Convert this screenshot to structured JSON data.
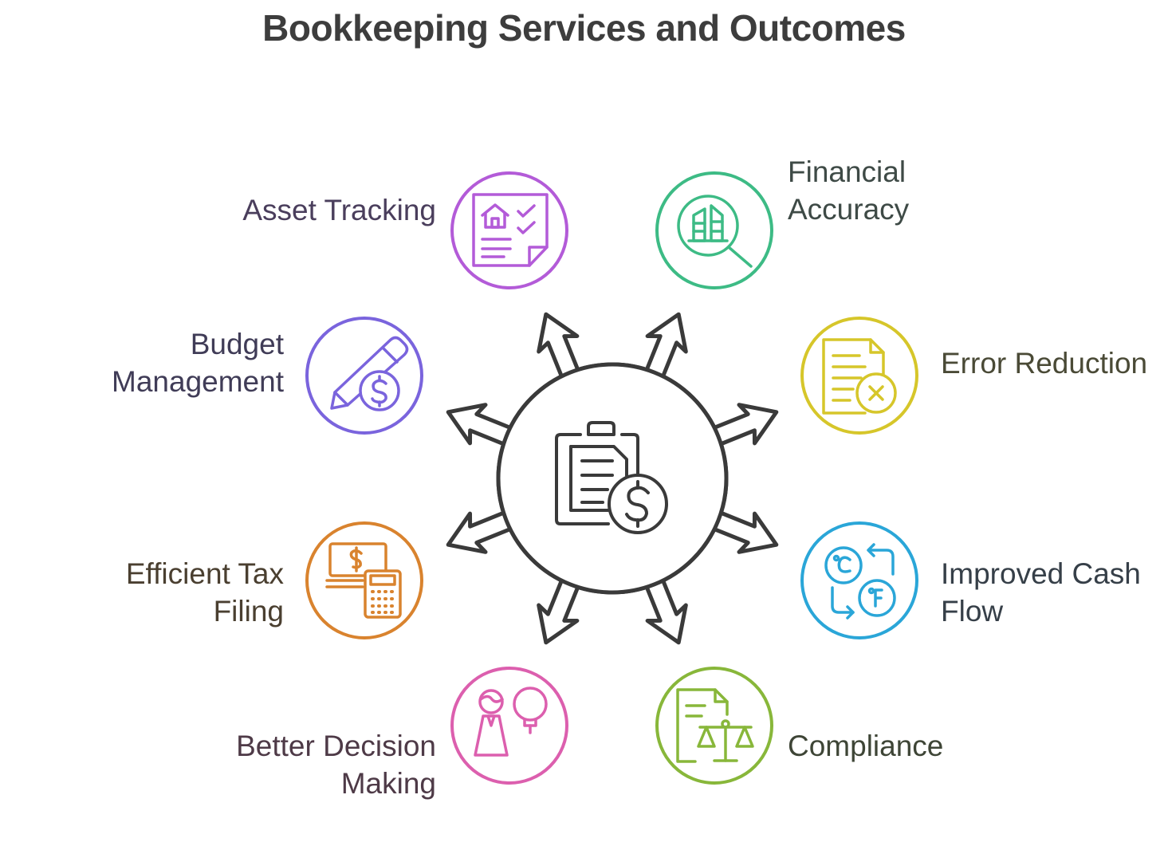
{
  "title": "Bookkeeping Services and Outcomes",
  "center": {
    "icon": "clipboard-dollar-icon",
    "color": "#3a3a3a"
  },
  "nodes": [
    {
      "id": "asset-tracking",
      "lines": [
        "Asset Tracking"
      ],
      "icon": "property-checklist-icon",
      "color": "#b35bd8",
      "text_color": "#4a3e5c"
    },
    {
      "id": "financial-accuracy",
      "lines": [
        "Financial",
        "Accuracy"
      ],
      "icon": "magnifier-chart-icon",
      "color": "#3dbb85",
      "text_color": "#3e4a46"
    },
    {
      "id": "budget-management",
      "lines": [
        "Budget",
        "Management"
      ],
      "icon": "pencil-dollar-icon",
      "color": "#7a64dd",
      "text_color": "#403c57"
    },
    {
      "id": "error-reduction",
      "lines": [
        "Error Reduction"
      ],
      "icon": "document-x-icon",
      "color": "#d6c62a",
      "text_color": "#4a4a36"
    },
    {
      "id": "efficient-tax-filing",
      "lines": [
        "Efficient Tax",
        "Filing"
      ],
      "icon": "money-calculator-icon",
      "color": "#d9832e",
      "text_color": "#4a3f30"
    },
    {
      "id": "improved-cash-flow",
      "lines": [
        "Improved Cash",
        "Flow"
      ],
      "icon": "exchange-cycle-icon",
      "color": "#2aa6d8",
      "text_color": "#363f48"
    },
    {
      "id": "better-decision-making",
      "lines": [
        "Better Decision",
        "Making"
      ],
      "icon": "person-lightbulb-icon",
      "color": "#dc5fae",
      "text_color": "#4e3a47"
    },
    {
      "id": "compliance",
      "lines": [
        "Compliance"
      ],
      "icon": "document-scales-icon",
      "color": "#88b73a",
      "text_color": "#3e4536"
    }
  ]
}
